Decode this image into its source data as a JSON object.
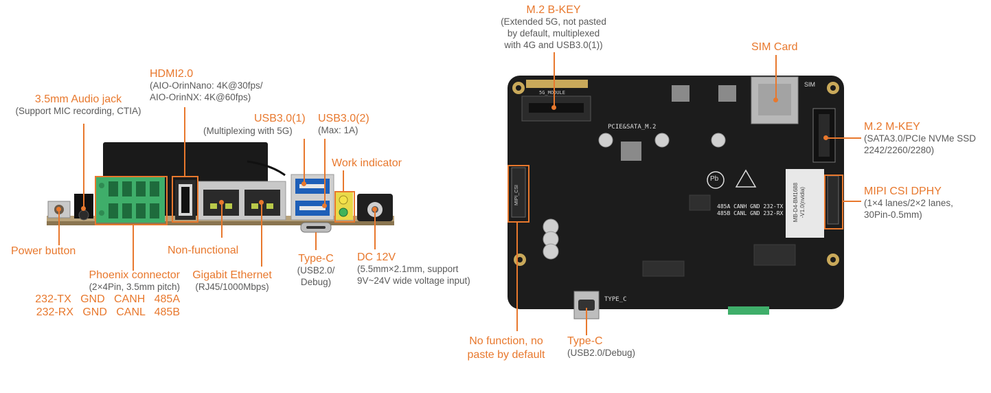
{
  "side_view": {
    "audio_jack": {
      "title": "3.5mm Audio jack",
      "detail": "(Support MIC recording, CTIA)"
    },
    "hdmi": {
      "title": "HDMI2.0",
      "detail": [
        "(AIO-OrinNano: 4K@30fps/",
        "AIO-OrinNX: 4K@60fps)"
      ]
    },
    "usb1": {
      "title": "USB3.0(1)",
      "detail": "(Multiplexing with 5G)"
    },
    "usb2": {
      "title": "USB3.0(2)",
      "detail": "(Max: 1A)"
    },
    "work_indicator": {
      "title": "Work indicator"
    },
    "power_button": {
      "title": "Power button"
    },
    "non_functional": {
      "title": "Non-functional"
    },
    "phoenix": {
      "title": "Phoenix connector",
      "detail": "(2×4Pin, 3.5mm pitch)",
      "pins_row1": "232-TX   GND   CANH   485A",
      "pins_row2": "232-RX   GND   CANL   485B"
    },
    "ethernet": {
      "title": "Gigabit Ethernet",
      "detail": "(RJ45/1000Mbps)"
    },
    "typec": {
      "title": "Type-C",
      "detail": [
        "(USB2.0/",
        "Debug)"
      ]
    },
    "dc": {
      "title": "DC 12V",
      "detail": [
        "(5.5mm×2.1mm, support",
        "9V~24V wide voltage input)"
      ]
    }
  },
  "top_view": {
    "m2_bkey": {
      "title": "M.2 B-KEY",
      "detail": [
        "(Extended 5G, not pasted",
        "by default, multiplexed",
        "with 4G and USB3.0(1))"
      ]
    },
    "sim": {
      "title": "SIM Card"
    },
    "m2_mkey": {
      "title": "M.2 M-KEY",
      "detail": [
        "(SATA3.0/PCIe NVMe SSD",
        "2242/2260/2280)"
      ]
    },
    "mipi": {
      "title": "MIPI CSI DPHY",
      "detail": [
        "(1×4 lanes/2×2 lanes,",
        "30Pin-0.5mm)"
      ]
    },
    "no_function": {
      "title": [
        "No function, no",
        "paste by default"
      ]
    },
    "typec": {
      "title": "Type-C",
      "detail": "(USB2.0/Debug)"
    }
  },
  "board_silkscreen": {
    "pcie_sata": "PCIE&SATA_M.2",
    "module_5g": "5G_MODULE",
    "sim": "SIM",
    "mipi": "MIPI_CSI",
    "type_c": "TYPE_C",
    "label_row1": "485A CANH GND 232-TX",
    "label_row2": "485B CANL GND 232-RX",
    "rohs": "Pb",
    "model": "MB-D4-BM1688",
    "version": "-V1.0(nvidia)"
  },
  "colors": {
    "accent": "#e8782d",
    "pcb": "#1c1c1c",
    "terminal": "#3fae6a",
    "usb_blue": "#1e5fb8"
  }
}
